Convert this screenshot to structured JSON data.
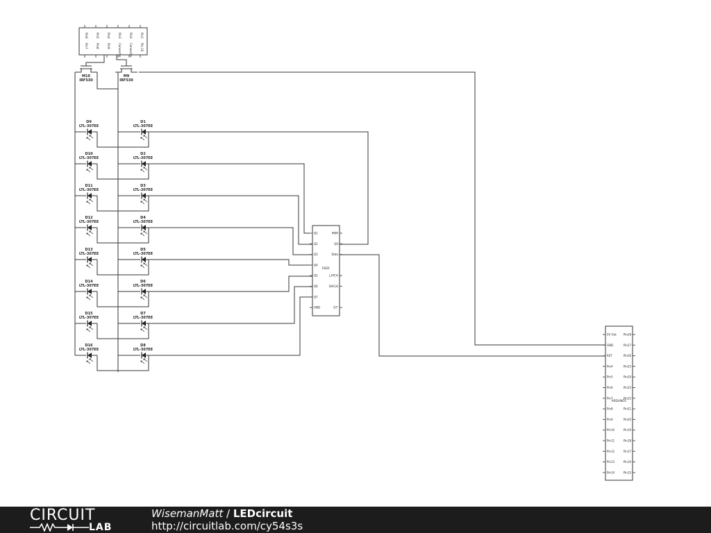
{
  "footer": {
    "logo_top": "CIRCUIT",
    "logo_bottom": "LAB",
    "author": "WisemanMatt",
    "separator": " / ",
    "project": "LEDcircuit",
    "url": "http://circuitlab.com/cy54s3s"
  },
  "mosfets": [
    {
      "id": "M10",
      "part": "IRF530"
    },
    {
      "id": "M9",
      "part": "IRF530"
    }
  ],
  "leds_left": [
    {
      "id": "D9",
      "part": "LTL-307EE"
    },
    {
      "id": "D10",
      "part": "LTL-307EE"
    },
    {
      "id": "D11",
      "part": "LTL-307EE"
    },
    {
      "id": "D12",
      "part": "LTL-307EE"
    },
    {
      "id": "D13",
      "part": "LTL-307EE"
    },
    {
      "id": "D14",
      "part": "LTL-307EE"
    },
    {
      "id": "D15",
      "part": "LTL-307EE"
    },
    {
      "id": "D16",
      "part": "LTL-307EE"
    }
  ],
  "leds_right": [
    {
      "id": "D1",
      "part": "LTL-307EE"
    },
    {
      "id": "D2",
      "part": "LTL-307EE"
    },
    {
      "id": "D3",
      "part": "LTL-307EE"
    },
    {
      "id": "D4",
      "part": "LTL-307EE"
    },
    {
      "id": "D5",
      "part": "LTL-307EE"
    },
    {
      "id": "D6",
      "part": "LTL-307EE"
    },
    {
      "id": "D7",
      "part": "LTL-307EE"
    },
    {
      "id": "D8",
      "part": "LTL-307EE"
    }
  ],
  "shift_register": {
    "label": "RSD1",
    "left_pins": [
      "Q1",
      "Q2",
      "Q3",
      "Q4",
      "Q5",
      "Q6",
      "Q7",
      "GND"
    ],
    "right_pins": [
      "PWR",
      "Q0",
      "Data",
      "",
      "LATCH",
      "SHCLK",
      "",
      "Q7'"
    ]
  },
  "arduino": {
    "label": "ARDUINO1",
    "left_pins": [
      "5V Out",
      "GND",
      "RST",
      "Pin4",
      "Pin5",
      "Pin6",
      "Pin7",
      "Pin8",
      "Pin9",
      "Pin10",
      "Pin11",
      "Pin12",
      "Pin13",
      "Pin14"
    ],
    "right_pins": [
      "Pin28",
      "Pin27",
      "Pin26",
      "Pin25",
      "Pin24",
      "Pin23",
      "Pin22",
      "Pin21",
      "Pin20",
      "Pin19",
      "Pin18",
      "Pin17",
      "Pin16",
      "Pin15"
    ]
  },
  "top_header": {
    "upper_pins": [
      "Pin6",
      "Pin5",
      "Pin4",
      "Pin3",
      "Pin2",
      "Pin1"
    ],
    "lower_pins": [
      "Pin7",
      "Pin8",
      "Pin9",
      "Connector",
      "Connector",
      "Pin 10"
    ]
  }
}
